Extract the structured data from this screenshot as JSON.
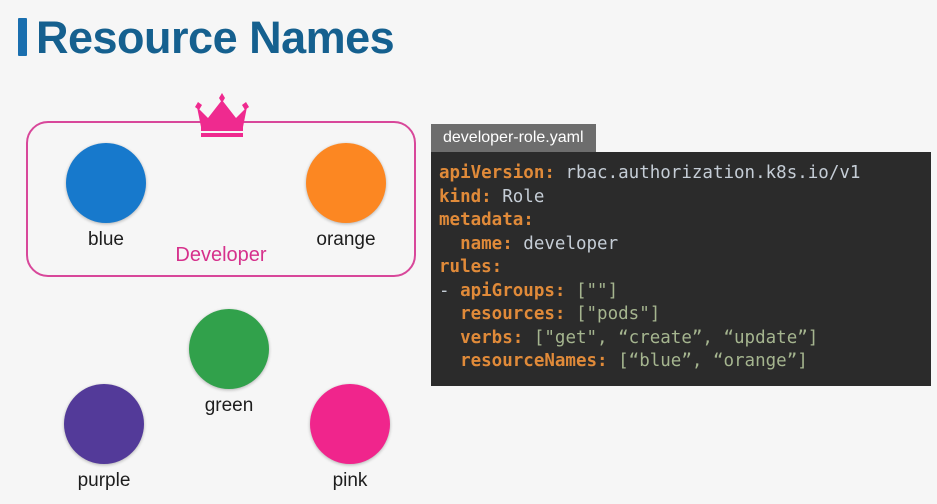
{
  "page": {
    "title": "Resource Names",
    "background_color": "#f6f6f6",
    "title_color": "#15608f",
    "accent_bar_color": "#1a6faf"
  },
  "group": {
    "label": "Developer",
    "border_color": "#d8479a",
    "label_color": "#d6318c",
    "crown_icon": "crown-icon",
    "crown_color": "#ef2a8f"
  },
  "nodes": [
    {
      "id": "blue",
      "label": "blue",
      "color": "#1779cc",
      "border": "#1668ad",
      "size": 80,
      "in_group": true
    },
    {
      "id": "orange",
      "label": "orange",
      "color": "#fc8722",
      "border": "#d4701c",
      "size": 80,
      "in_group": true
    },
    {
      "id": "green",
      "label": "green",
      "color": "#31a14b",
      "border": "#2a8c40",
      "size": 80,
      "in_group": false
    },
    {
      "id": "purple",
      "label": "purple",
      "color": "#533a99",
      "border": "#432f80",
      "size": 80,
      "in_group": false
    },
    {
      "id": "pink",
      "label": "pink",
      "color": "#f0258c",
      "border": "#cf1f78",
      "size": 80,
      "in_group": false
    }
  ],
  "code": {
    "filename": "developer-role.yaml",
    "tab_color": "#6d6d6d",
    "background_color": "#2b2b2b",
    "key_color": "#e08a39",
    "value_color": "#c5cdd6",
    "string_color": "#a5b58f",
    "language": "yaml",
    "lines": [
      {
        "key": "apiVersion:",
        "rest": " rbac.authorization.k8s.io/v1",
        "indent": ""
      },
      {
        "key": "kind:",
        "rest": " Role",
        "indent": ""
      },
      {
        "key": "metadata:",
        "rest": "",
        "indent": ""
      },
      {
        "key": "name:",
        "rest": " developer",
        "indent": "  "
      },
      {
        "key": "rules:",
        "rest": "",
        "indent": ""
      },
      {
        "key": "apiGroups:",
        "rest": " [\"\"]",
        "indent": "- "
      },
      {
        "key": "resources:",
        "rest": " [\"pods\"]",
        "indent": "  "
      },
      {
        "key": "verbs:",
        "rest": " [\"get\", “create”, “update”]",
        "indent": "  "
      },
      {
        "key": "resourceNames:",
        "rest": " [“blue”, “orange”]",
        "indent": "  "
      }
    ],
    "raw_text": "apiVersion: rbac.authorization.k8s.io/v1\nkind: Role\nmetadata:\n  name: developer\nrules:\n- apiGroups: [\"\"]\n  resources: [\"pods\"]\n  verbs: [\"get\", “create”, “update”]\n  resourceNames: [“blue”, “orange”]"
  }
}
